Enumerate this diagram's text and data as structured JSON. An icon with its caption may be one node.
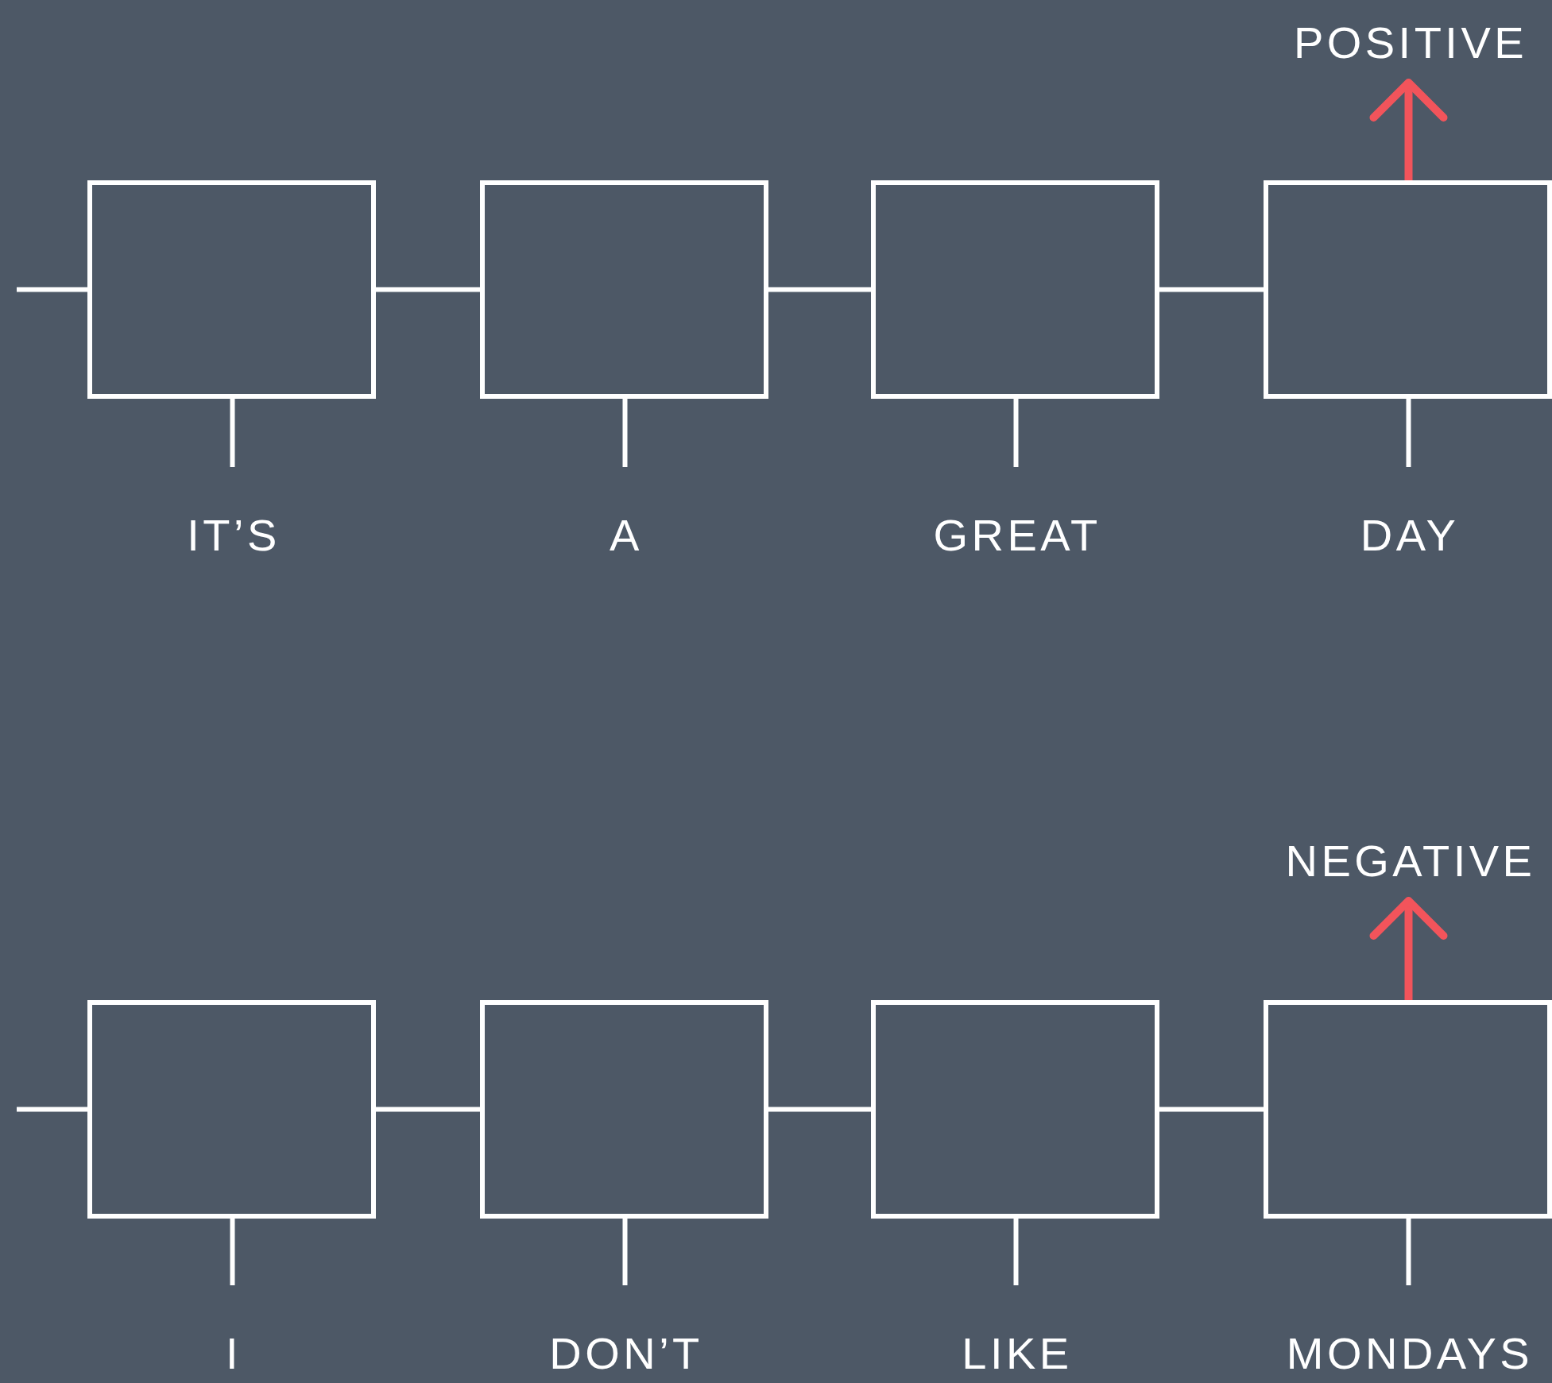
{
  "diagram": {
    "nodes": [
      {
        "text": [
          "POSITIVE"
        ]
      },
      {
        "text": [],
        "shape": "box"
      },
      {
        "text": [],
        "shape": "box"
      },
      {
        "text": [],
        "shape": "box"
      },
      {
        "text": [],
        "shape": "box"
      },
      {
        "text": [
          "IT’S"
        ]
      },
      {
        "text": [
          "A"
        ]
      },
      {
        "text": [
          "GREAT"
        ]
      },
      {
        "text": [
          "DAY"
        ]
      },
      {
        "text": [
          "NEGATIVE"
        ]
      },
      {
        "text": [],
        "shape": "box"
      },
      {
        "text": [],
        "shape": "box"
      },
      {
        "text": [],
        "shape": "box"
      },
      {
        "text": [],
        "shape": "box"
      },
      {
        "text": [
          "I"
        ]
      },
      {
        "text": [
          "DON’T"
        ]
      },
      {
        "text": [
          "LIKE"
        ]
      },
      {
        "text": [
          "MONDAYS"
        ]
      }
    ],
    "edges": [
      {
        "from": null,
        "to": 1,
        "arrow": "none"
      },
      {
        "from": 1,
        "to": 2,
        "arrow": "none"
      },
      {
        "from": 2,
        "to": 3,
        "arrow": "none"
      },
      {
        "from": 3,
        "to": 4,
        "arrow": "none"
      },
      {
        "from": 1,
        "to": 5,
        "arrow": "none"
      },
      {
        "from": 2,
        "to": 6,
        "arrow": "none"
      },
      {
        "from": 3,
        "to": 7,
        "arrow": "none"
      },
      {
        "from": 4,
        "to": 8,
        "arrow": "none"
      },
      {
        "from": 4,
        "to": 0,
        "arrow": "to",
        "color": "#f2545b"
      },
      {
        "from": null,
        "to": 10,
        "arrow": "none"
      },
      {
        "from": 10,
        "to": 11,
        "arrow": "none"
      },
      {
        "from": 11,
        "to": 12,
        "arrow": "none"
      },
      {
        "from": 12,
        "to": 13,
        "arrow": "none"
      },
      {
        "from": 10,
        "to": 14,
        "arrow": "none"
      },
      {
        "from": 11,
        "to": 15,
        "arrow": "none"
      },
      {
        "from": 12,
        "to": 16,
        "arrow": "none"
      },
      {
        "from": 13,
        "to": 17,
        "arrow": "none"
      },
      {
        "from": 13,
        "to": 9,
        "arrow": "to",
        "color": "#f2545b"
      }
    ]
  }
}
